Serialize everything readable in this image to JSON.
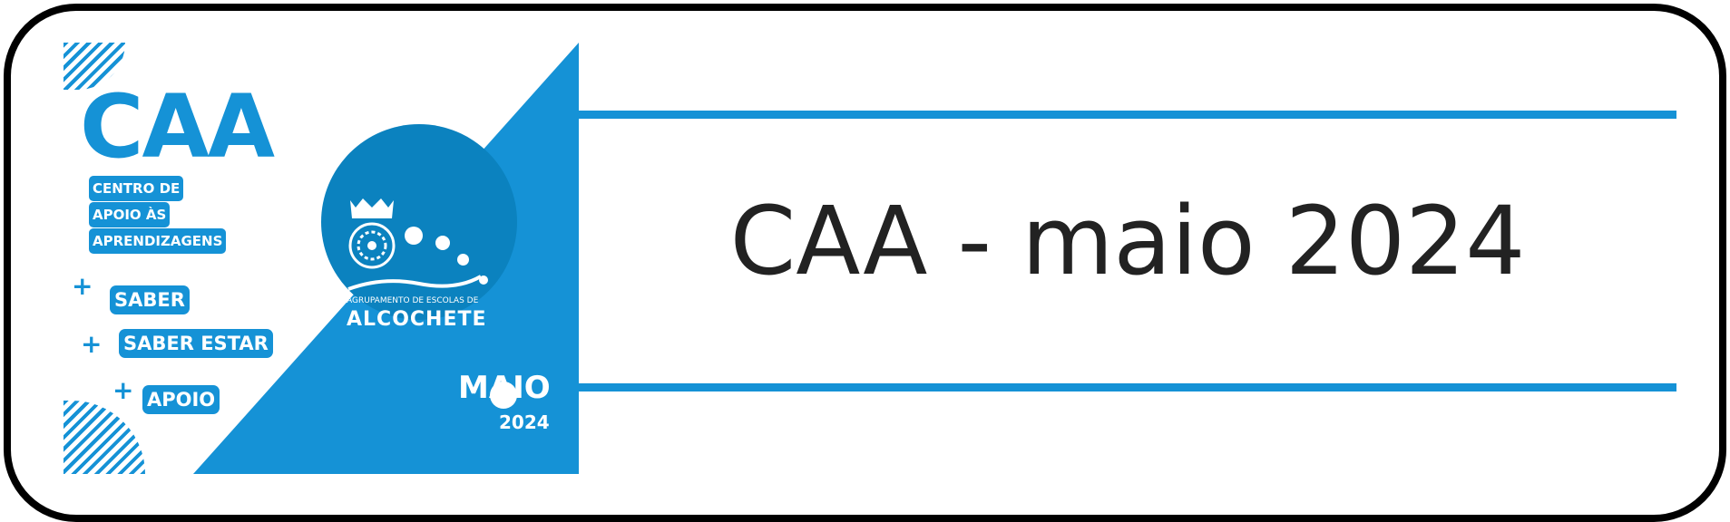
{
  "banner": {
    "title": "CAA - maio 2024",
    "poster": {
      "acronym": "CAA",
      "subtitle_lines": [
        "CENTRO DE",
        "APOIO ÀS",
        "APRENDIZAGENS"
      ],
      "items": [
        "SABER",
        "SABER ESTAR",
        "APOIO"
      ],
      "plus_symbol": "+",
      "logo_small": "AGRUPAMENTO DE ESCOLAS DE",
      "logo_big": "ALCOCHETE",
      "month": "MAIO",
      "year": "2024"
    },
    "colors": {
      "accent": "#1592d6",
      "circle": "#0b82bf",
      "border": "#000000"
    }
  }
}
